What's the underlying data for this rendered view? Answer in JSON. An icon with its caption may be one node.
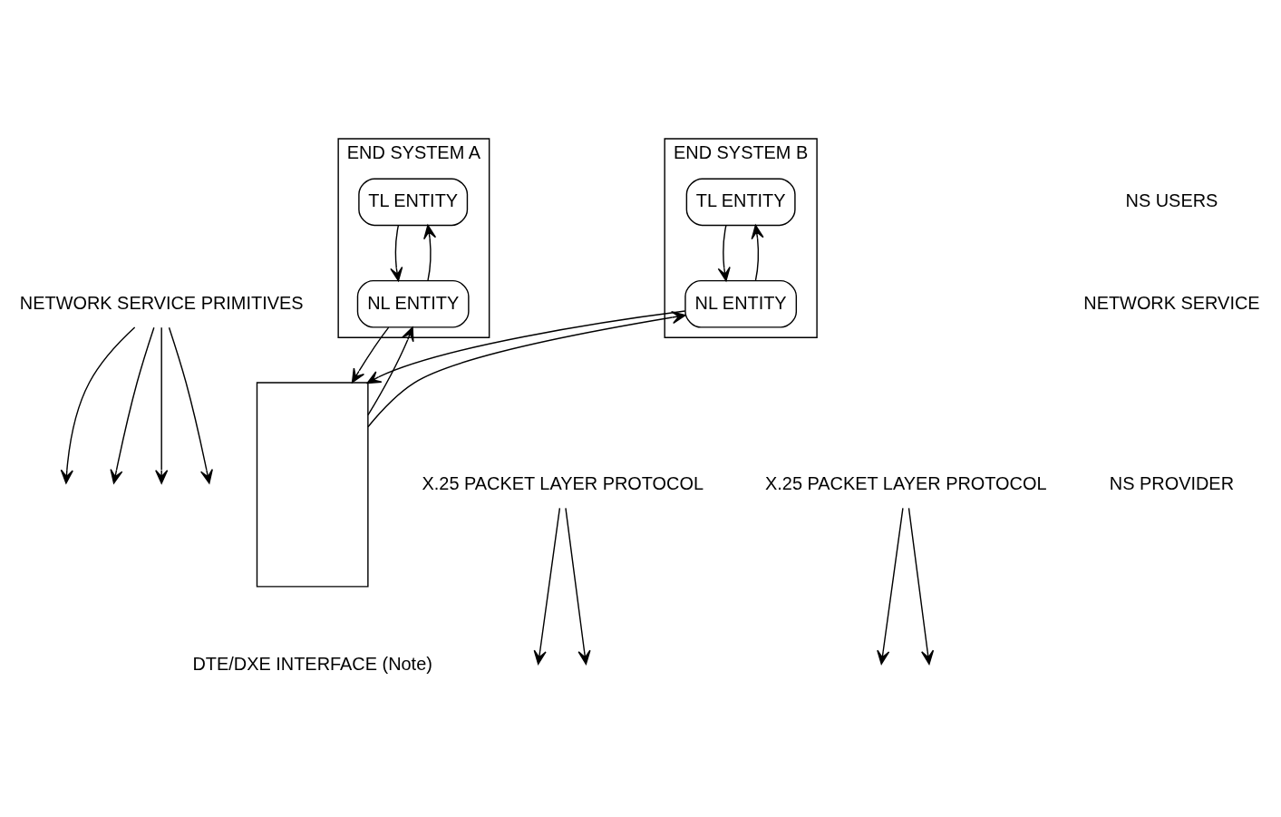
{
  "diagram": {
    "nodes": [
      {
        "text": [
          "END SYSTEM A"
        ]
      },
      {
        "text": [
          "TL ENTITY"
        ],
        "in": 0
      },
      {
        "text": [
          "NL ENTITY"
        ],
        "in": 0
      },
      {
        "text": [
          "END SYSTEM B"
        ]
      },
      {
        "text": [
          "TL ENTITY"
        ],
        "in": 3
      },
      {
        "text": [
          "NL ENTITY"
        ],
        "in": 3
      },
      {
        "text": [
          "NETWORK SERVICE PRIMITIVES"
        ]
      },
      {
        "text": [
          "X.25 PACKET LAYER PROTOCOL"
        ]
      },
      {
        "text": [
          "X.25 PACKET LAYER PROTOCOL"
        ]
      },
      {
        "text": [],
        "shape": "box"
      }
    ],
    "edges": [
      {
        "from": 1,
        "to": 2,
        "arrow": "to"
      },
      {
        "from": 2,
        "to": 1,
        "arrow": "to"
      },
      {
        "from": 4,
        "to": 5,
        "arrow": "to"
      },
      {
        "from": 5,
        "to": 4,
        "arrow": "to"
      },
      {
        "from": 6,
        "to": null,
        "arrow": "to"
      },
      {
        "from": 6,
        "to": null,
        "arrow": "to"
      },
      {
        "from": 6,
        "to": null,
        "arrow": "to"
      },
      {
        "from": 6,
        "to": null,
        "arrow": "to"
      },
      {
        "from": 9,
        "to": 2,
        "arrow": "to"
      },
      {
        "from": 2,
        "to": 9,
        "arrow": "to"
      },
      {
        "from": 9,
        "to": 5,
        "arrow": "to"
      },
      {
        "from": 5,
        "to": 9,
        "arrow": "to"
      },
      {
        "from": 7,
        "to": null,
        "arrow": "to"
      },
      {
        "from": 7,
        "to": null,
        "arrow": "to"
      },
      {
        "from": 8,
        "to": null,
        "arrow": "to"
      },
      {
        "from": 8,
        "to": null,
        "arrow": "to"
      }
    ],
    "labels": [
      "NS USERS",
      "NETWORK SERVICE",
      "NS PROVIDER",
      "DTE/DXE INTERFACE (Note)"
    ]
  }
}
